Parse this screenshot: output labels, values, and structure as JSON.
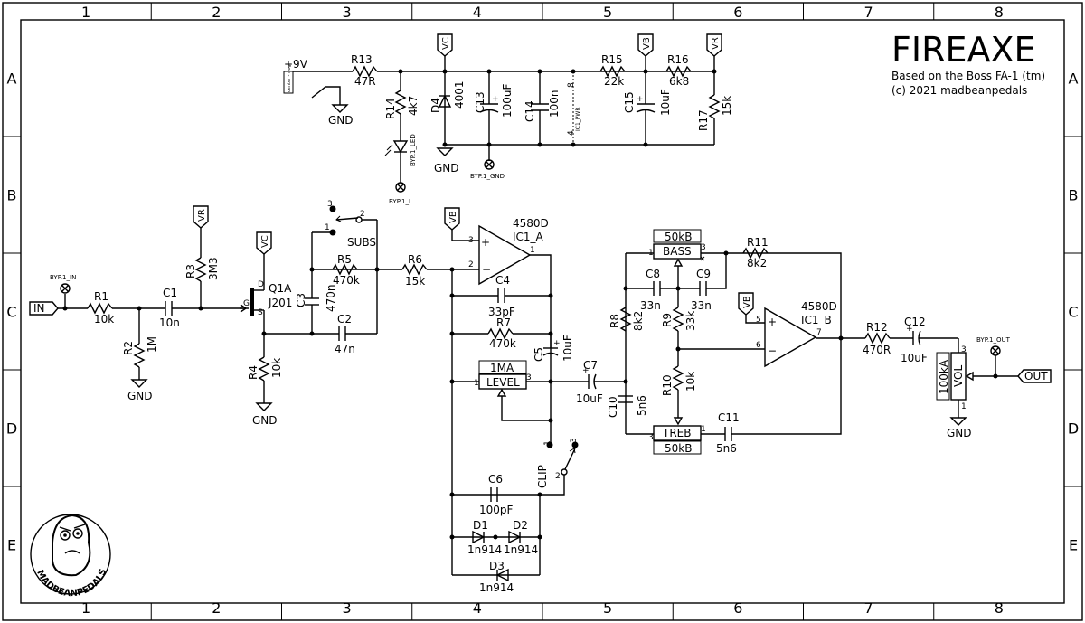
{
  "title": "FIREAXE",
  "subtitle": "Based on the Boss FA-1 (tm)",
  "copyright": "(c) 2021 madbeanpedals",
  "logo": "MADBEANPEDALS",
  "grid": {
    "columns": [
      "1",
      "2",
      "3",
      "4",
      "5",
      "6",
      "7",
      "8"
    ],
    "rows": [
      "A",
      "B",
      "C",
      "D",
      "E"
    ]
  },
  "nets": {
    "vc": "VC",
    "vb": "VB",
    "vr": "VR",
    "gnd": "GND",
    "plus9v": "+9V",
    "input": "IN",
    "output": "OUT",
    "subs": "SUBS",
    "clip": "CLIP",
    "ic1_pwr": "IC1_PWR",
    "dc_jack": "center - neg"
  },
  "pads": {
    "byp1_in": "BYP.1_IN",
    "byp1_out": "BYP.1_OUT",
    "byp1_l": "BYP.1_L",
    "byp1_gnd": "BYP.1_GND",
    "byp1_led": "BYP.1_LED"
  },
  "components": {
    "r1": {
      "ref": "R1",
      "value": "10k"
    },
    "r2": {
      "ref": "R2",
      "value": "1M"
    },
    "r3": {
      "ref": "R3",
      "value": "3M3"
    },
    "r4": {
      "ref": "R4",
      "value": "10k"
    },
    "r5": {
      "ref": "R5",
      "value": "470k"
    },
    "r6": {
      "ref": "R6",
      "value": "15k"
    },
    "r7": {
      "ref": "R7",
      "value": "470k"
    },
    "r8": {
      "ref": "R8",
      "value": "8k2"
    },
    "r9": {
      "ref": "R9",
      "value": "33k"
    },
    "r10": {
      "ref": "R10",
      "value": "10k"
    },
    "r11": {
      "ref": "R11",
      "value": "8k2"
    },
    "r12": {
      "ref": "R12",
      "value": "470R"
    },
    "r13": {
      "ref": "R13",
      "value": "47R"
    },
    "r14": {
      "ref": "R14",
      "value": "4k7"
    },
    "r15": {
      "ref": "R15",
      "value": "22k"
    },
    "r16": {
      "ref": "R16",
      "value": "6k8"
    },
    "r17": {
      "ref": "R17",
      "value": "15k"
    },
    "c1": {
      "ref": "C1",
      "value": "10n"
    },
    "c2": {
      "ref": "C2",
      "value": "47n"
    },
    "c3": {
      "ref": "C3",
      "value": "470n"
    },
    "c4": {
      "ref": "C4",
      "value": "33pF"
    },
    "c5": {
      "ref": "C5",
      "value": "10uF"
    },
    "c6": {
      "ref": "C6",
      "value": "100pF"
    },
    "c7": {
      "ref": "C7",
      "value": "10uF"
    },
    "c8": {
      "ref": "C8",
      "value": "33n"
    },
    "c9": {
      "ref": "C9",
      "value": "33n"
    },
    "c10": {
      "ref": "C10",
      "value": "5n6"
    },
    "c11": {
      "ref": "C11",
      "value": "5n6"
    },
    "c12": {
      "ref": "C12",
      "value": "10uF"
    },
    "c13": {
      "ref": "C13",
      "value": "100uF"
    },
    "c14": {
      "ref": "C14",
      "value": "100n"
    },
    "c15": {
      "ref": "C15",
      "value": "10uF"
    },
    "d1": {
      "ref": "D1",
      "value": "1n914"
    },
    "d2": {
      "ref": "D2",
      "value": "1n914"
    },
    "d3": {
      "ref": "D3",
      "value": "1n914"
    },
    "d4": {
      "ref": "D4",
      "value": "4001"
    },
    "q1": {
      "ref": "Q1A",
      "value": "J201"
    },
    "ic1a": {
      "ref": "IC1_A",
      "value": "4580D"
    },
    "ic1b": {
      "ref": "IC1_B",
      "value": "4580D"
    },
    "bass": {
      "ref": "BASS",
      "value": "50kB"
    },
    "treb": {
      "ref": "TREB",
      "value": "50kB"
    },
    "level": {
      "ref": "LEVEL",
      "value": "1MA"
    },
    "vol": {
      "ref": "VOL",
      "value": "100kA"
    }
  },
  "pins": {
    "p1": "1",
    "p2": "2",
    "p3": "3",
    "p4": "4",
    "p5": "5",
    "p6": "6",
    "p7": "7",
    "p8": "8",
    "plus": "+",
    "minus": "-",
    "d": "D",
    "g": "G",
    "s": "S"
  }
}
